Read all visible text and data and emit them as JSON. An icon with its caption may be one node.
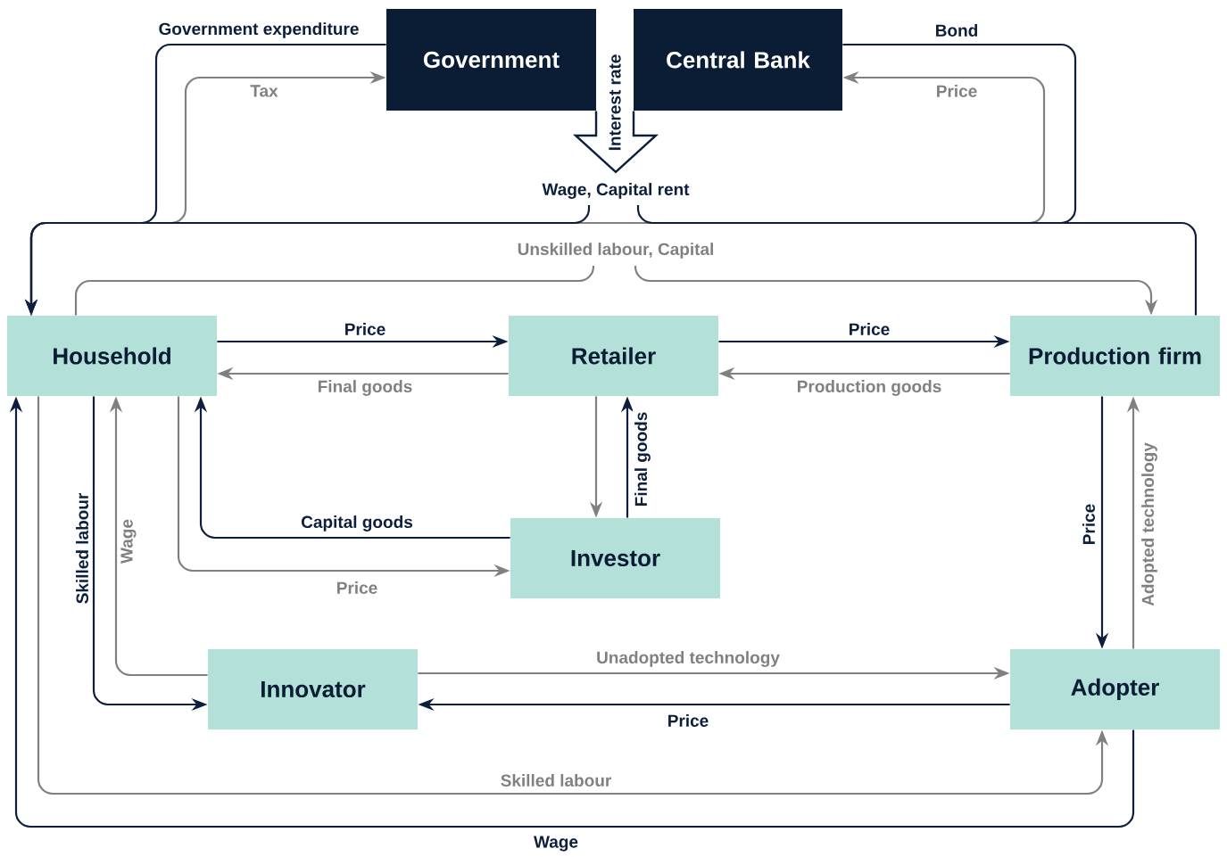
{
  "diagram": {
    "nodes": [
      {
        "text": [
          "Government"
        ]
      },
      {
        "text": [
          "Central Bank"
        ]
      },
      {
        "text": [
          "Household"
        ]
      },
      {
        "text": [
          "Retailer"
        ]
      },
      {
        "text": [
          "Production firm"
        ]
      },
      {
        "text": [
          "Investor"
        ]
      },
      {
        "text": [
          "Innovator"
        ]
      },
      {
        "text": [
          "Adopter"
        ]
      }
    ],
    "edges": [
      {
        "from": 0,
        "to": 2,
        "arrow": "to",
        "label": "Government expenditure"
      },
      {
        "from": 2,
        "to": 0,
        "arrow": "to",
        "label": "Tax",
        "color": "#808080"
      },
      {
        "from": 1,
        "to": 2,
        "arrow": "to",
        "label": "Bond"
      },
      {
        "from": 2,
        "to": 1,
        "arrow": "to",
        "label": "Price",
        "color": "#808080"
      },
      {
        "from": 1,
        "to": null,
        "arrow": "to",
        "label": "Interest rate"
      },
      {
        "from": 4,
        "to": 2,
        "arrow": "to",
        "label": "Wage, Capital rent"
      },
      {
        "from": 2,
        "to": 4,
        "arrow": "to",
        "label": "Unskilled labour, Capital",
        "color": "#808080"
      },
      {
        "from": 2,
        "to": 3,
        "arrow": "to",
        "label": "Price"
      },
      {
        "from": 3,
        "to": 2,
        "arrow": "to",
        "label": "Final goods",
        "color": "#808080"
      },
      {
        "from": 3,
        "to": 4,
        "arrow": "to",
        "label": "Price"
      },
      {
        "from": 4,
        "to": 3,
        "arrow": "to",
        "label": "Production goods",
        "color": "#808080"
      },
      {
        "from": 3,
        "to": 5,
        "arrow": "to",
        "color": "#808080"
      },
      {
        "from": 5,
        "to": 3,
        "arrow": "to",
        "label": "Final goods"
      },
      {
        "from": 5,
        "to": 2,
        "arrow": "to",
        "label": "Capital goods"
      },
      {
        "from": 2,
        "to": 5,
        "arrow": "to",
        "label": "Price",
        "color": "#808080"
      },
      {
        "from": 2,
        "to": 6,
        "arrow": "to",
        "label": "Skilled labour"
      },
      {
        "from": 6,
        "to": 2,
        "arrow": "to",
        "label": "Wage",
        "color": "#808080"
      },
      {
        "from": 6,
        "to": 7,
        "arrow": "to",
        "label": "Unadopted technology",
        "color": "#808080"
      },
      {
        "from": 7,
        "to": 6,
        "arrow": "to",
        "label": "Price"
      },
      {
        "from": 4,
        "to": 7,
        "arrow": "to",
        "label": "Price"
      },
      {
        "from": 7,
        "to": 4,
        "arrow": "to",
        "label": "Adopted technology",
        "color": "#808080"
      },
      {
        "from": 2,
        "to": 7,
        "arrow": "to",
        "label": "Skilled labour",
        "color": "#808080"
      },
      {
        "from": 7,
        "to": 2,
        "arrow": "to",
        "label": "Wage"
      }
    ]
  }
}
